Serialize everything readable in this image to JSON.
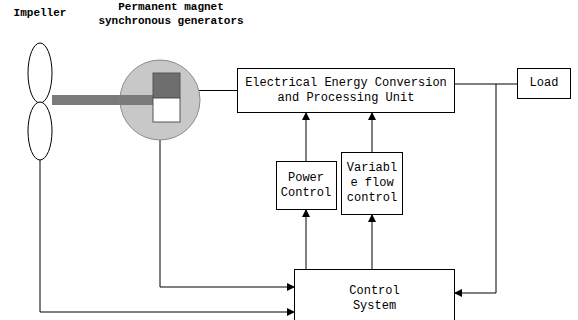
{
  "diagram": {
    "nodes": [
      {
        "text": [
          "Impeller"
        ]
      },
      {
        "text": [
          "Permanent magnet synchronous generators"
        ]
      },
      {
        "text": [
          "Electrical Energy Conversion and Processing Unit"
        ]
      },
      {
        "text": [
          "Load"
        ]
      },
      {
        "text": [
          "Power Control"
        ]
      },
      {
        "text": [
          "Variabl e flow control"
        ]
      },
      {
        "text": [
          "Control System"
        ]
      }
    ],
    "edges": [
      {
        "from": 0,
        "to": 1,
        "arrow": "none"
      },
      {
        "from": 1,
        "to": 2,
        "arrow": "none"
      },
      {
        "from": 2,
        "to": 3,
        "arrow": "none"
      },
      {
        "from": 0,
        "to": 6,
        "arrow": "to"
      },
      {
        "from": 1,
        "to": 6,
        "arrow": "to"
      },
      {
        "from": 4,
        "to": 2,
        "arrow": "to"
      },
      {
        "from": 5,
        "to": 2,
        "arrow": "to"
      },
      {
        "from": 6,
        "to": 4,
        "arrow": "to"
      },
      {
        "from": 6,
        "to": 5,
        "arrow": "to"
      },
      {
        "from": 3,
        "to": 6,
        "arrow": "to"
      }
    ]
  }
}
